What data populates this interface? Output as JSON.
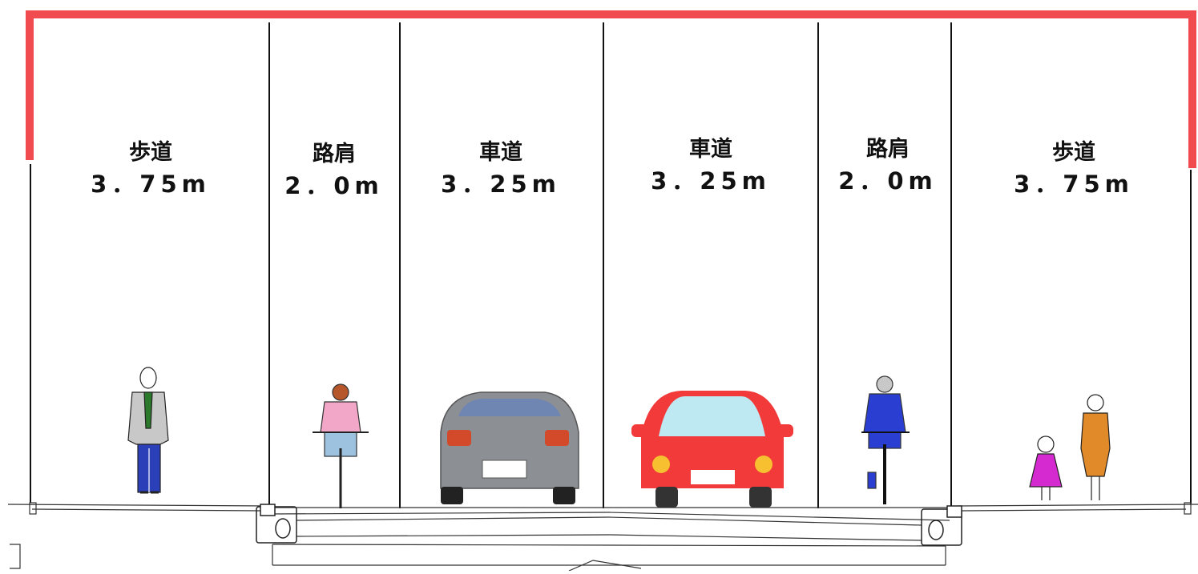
{
  "lanes": [
    {
      "name": "歩道",
      "width": "3．75m"
    },
    {
      "name": "路肩",
      "width": "2．0m"
    },
    {
      "name": "車道",
      "width": "3．25m"
    },
    {
      "name": "車道",
      "width": "3．25m"
    },
    {
      "name": "路肩",
      "width": "2．0m"
    },
    {
      "name": "歩道",
      "width": "3．75m"
    }
  ],
  "colors": {
    "clearance_frame": "#f24b4f",
    "grey_car": "#8c8f93",
    "red_car": "#f23a3a",
    "cyclist_left_shirt": "#f2a7c9",
    "cyclist_right_shirt": "#2a3fd1",
    "pedestrian_left_pattern": "#2a3fb8",
    "pedestrian_right_dress": "#e08a2a",
    "child_dress": "#d42ad0"
  }
}
